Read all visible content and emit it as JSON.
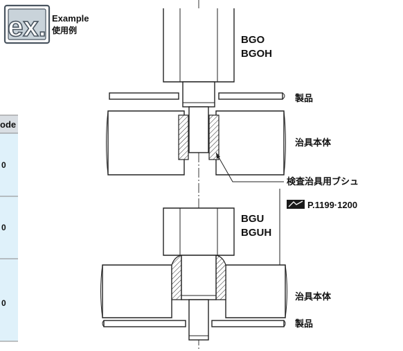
{
  "badge": {
    "letters": "ex.",
    "title_en": "Example",
    "title_ja": "使用例",
    "border_color": "#4a5560",
    "fill_color": "#c9d3da"
  },
  "table": {
    "header_fragment": "ode",
    "row_values": [
      "0",
      "0",
      "0"
    ],
    "header_bg": "#d9dee3",
    "row_bg": "#dff1fa"
  },
  "top_assembly": {
    "models": [
      "BGO",
      "BGOH"
    ],
    "product_label": "製品",
    "jig_body_label": "治具本体"
  },
  "bushing": {
    "label": "検査治具用ブシュ",
    "page_ref_icon": "catalog-reference-icon",
    "page_ref": "P.1199·1200"
  },
  "bottom_assembly": {
    "models": [
      "BGU",
      "BGUH"
    ],
    "jig_body_label": "治具本体",
    "product_label": "製品"
  }
}
